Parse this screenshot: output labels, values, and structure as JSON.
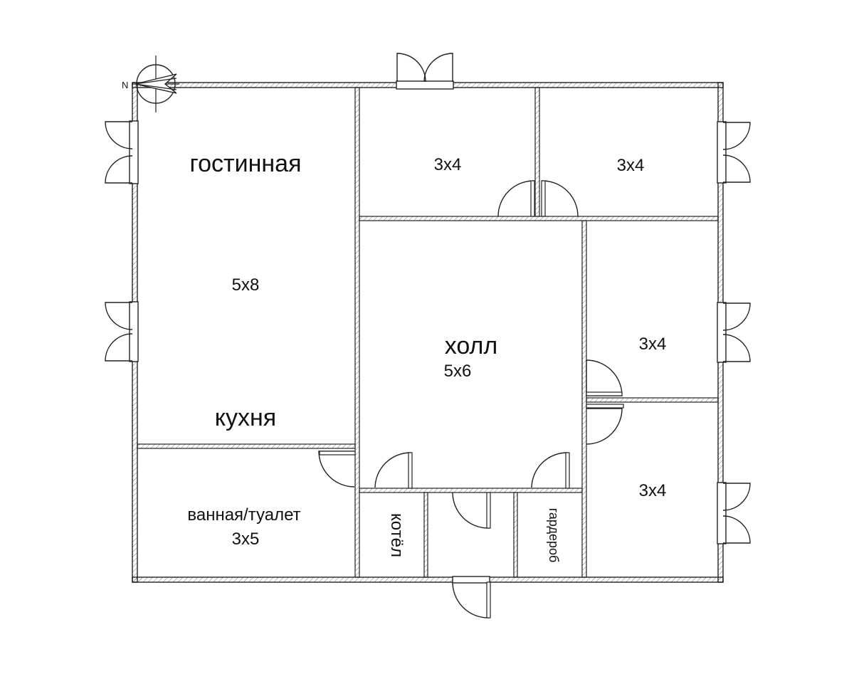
{
  "compass": {
    "letter": "N"
  },
  "rooms": [
    {
      "id": "living",
      "name": "гостинная",
      "size": "5x8",
      "kitchen_label": "кухня"
    },
    {
      "id": "bedroom_1",
      "size": "3x4"
    },
    {
      "id": "bedroom_2",
      "size": "3x4"
    },
    {
      "id": "hall",
      "name": "холл",
      "size": "5x6"
    },
    {
      "id": "bedroom_3",
      "size": "3x4"
    },
    {
      "id": "bedroom_4",
      "size": "3x4"
    },
    {
      "id": "bathroom",
      "name": "ванная/туалет",
      "size": "3x5"
    },
    {
      "id": "boiler",
      "name": "котёл"
    },
    {
      "id": "vestibule"
    },
    {
      "id": "wardrobe",
      "name": "гардероб"
    }
  ]
}
